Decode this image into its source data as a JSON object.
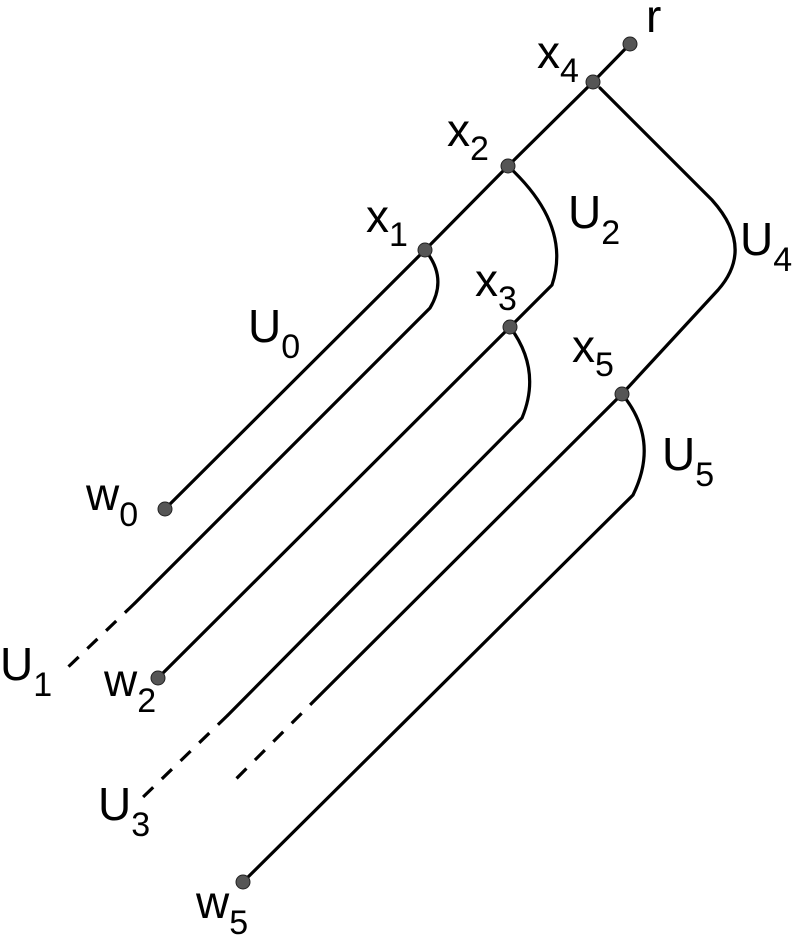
{
  "labels": {
    "r": "r",
    "x1": {
      "base": "x",
      "sub": "1"
    },
    "x2": {
      "base": "x",
      "sub": "2"
    },
    "x3": {
      "base": "x",
      "sub": "3"
    },
    "x4": {
      "base": "x",
      "sub": "4"
    },
    "x5": {
      "base": "x",
      "sub": "5"
    },
    "w0": {
      "base": "w",
      "sub": "0"
    },
    "w2": {
      "base": "w",
      "sub": "2"
    },
    "w5": {
      "base": "w",
      "sub": "5"
    },
    "U0": {
      "base": "U",
      "sub": "0"
    },
    "U1": {
      "base": "U",
      "sub": "1"
    },
    "U2": {
      "base": "U",
      "sub": "2"
    },
    "U3": {
      "base": "U",
      "sub": "3"
    },
    "U4": {
      "base": "U",
      "sub": "4"
    },
    "U5": {
      "base": "U",
      "sub": "5"
    }
  },
  "colors": {
    "line": "#000000",
    "node_fill": "#555555",
    "background": "#ffffff"
  }
}
